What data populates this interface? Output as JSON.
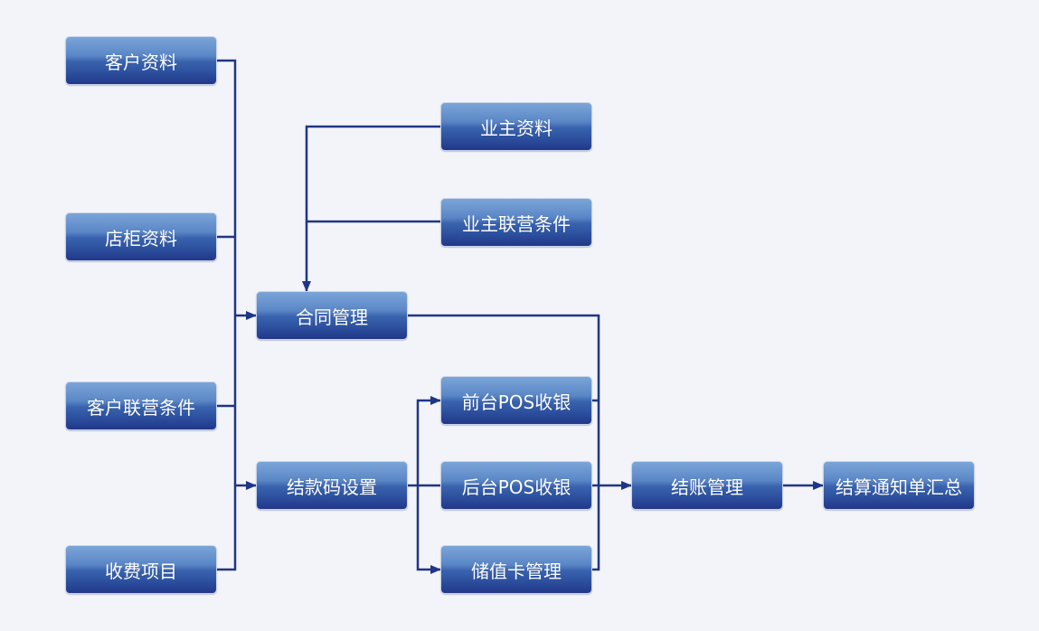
{
  "diagram": {
    "title": "",
    "colors": {
      "background": "#f3f4f9",
      "connector": "#1f3585",
      "node_top": "#7ba5d8",
      "node_bottom": "#22378a",
      "text": "#ffffff"
    },
    "nodes": [
      {
        "id": "customer_info",
        "label": "客户资料"
      },
      {
        "id": "counter_info",
        "label": "店柜资料"
      },
      {
        "id": "customer_joint_terms",
        "label": "客户联营条件"
      },
      {
        "id": "fee_items",
        "label": "收费项目"
      },
      {
        "id": "owner_info",
        "label": "业主资料"
      },
      {
        "id": "owner_joint_terms",
        "label": "业主联营条件"
      },
      {
        "id": "contract_mgmt",
        "label": "合同管理"
      },
      {
        "id": "settlement_code",
        "label": "结款码设置"
      },
      {
        "id": "front_pos",
        "label": "前台POS收银"
      },
      {
        "id": "back_pos",
        "label": "后台POS收银"
      },
      {
        "id": "stored_value_card",
        "label": "储值卡管理"
      },
      {
        "id": "checkout_mgmt",
        "label": "结账管理"
      },
      {
        "id": "settlement_summary",
        "label": "结算通知单汇总"
      }
    ],
    "edges": [
      {
        "from": [
          "customer_info",
          "counter_info",
          "customer_joint_terms",
          "fee_items"
        ],
        "to": "contract_mgmt"
      },
      {
        "from": [
          "customer_info",
          "counter_info",
          "customer_joint_terms",
          "fee_items"
        ],
        "to": "settlement_code"
      },
      {
        "from": [
          "owner_info",
          "owner_joint_terms"
        ],
        "to": "contract_mgmt"
      },
      {
        "from": [
          "settlement_code"
        ],
        "to": "front_pos"
      },
      {
        "from": [
          "settlement_code"
        ],
        "to": "back_pos"
      },
      {
        "from": [
          "settlement_code"
        ],
        "to": "stored_value_card"
      },
      {
        "from": [
          "contract_mgmt",
          "front_pos",
          "back_pos",
          "stored_value_card"
        ],
        "to": "checkout_mgmt"
      },
      {
        "from": [
          "checkout_mgmt"
        ],
        "to": "settlement_summary"
      }
    ]
  }
}
